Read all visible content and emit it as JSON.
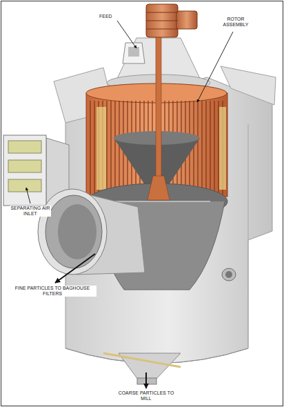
{
  "diagram": {
    "labels": [
      "FEED",
      "ROTOR ASSEMBLY",
      "SEPARATING AIR INLET",
      "FINE PARTICLES TO BAGHOUSE FILTERS",
      "COARSE PARTICLES TO MILL"
    ]
  }
}
